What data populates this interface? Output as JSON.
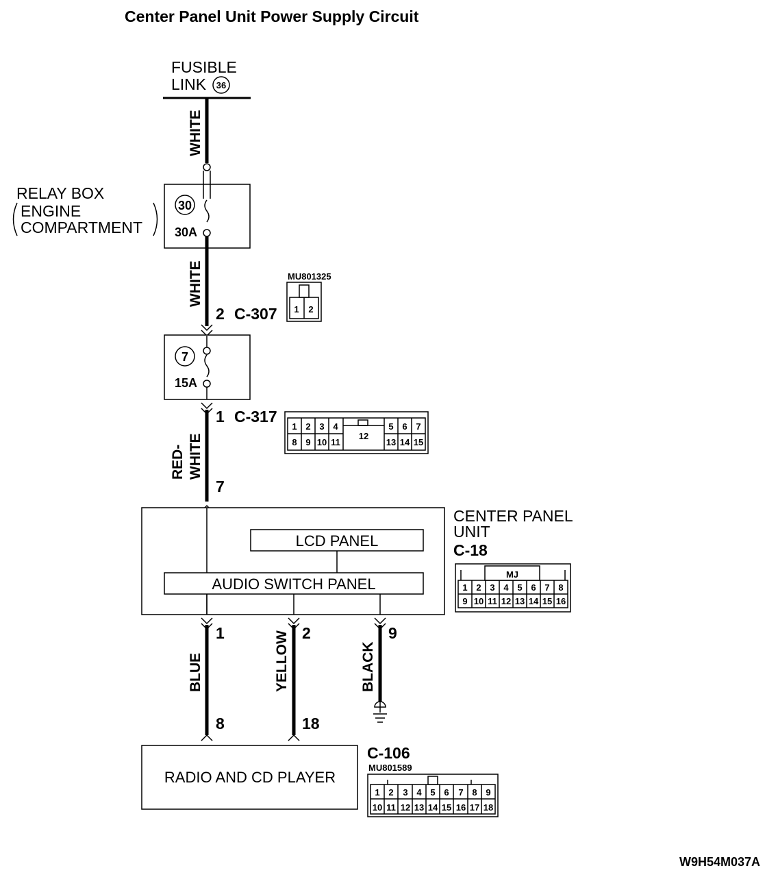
{
  "title": "Center Panel Unit Power Supply Circuit",
  "fusible_link": {
    "label_line1": "FUSIBLE",
    "label_line2": "LINK",
    "number": "36"
  },
  "relay_box": {
    "line1": "RELAY BOX",
    "line2": "ENGINE",
    "line3": "COMPARTMENT",
    "fuse_number": "30",
    "fuse_rating": "30A"
  },
  "fuse7": {
    "fuse_number": "7",
    "fuse_rating": "15A"
  },
  "wires": {
    "white_top": "WHITE",
    "white_mid": "WHITE",
    "red_white_1": "RED-",
    "red_white_2": "WHITE",
    "blue": "BLUE",
    "yellow": "YELLOW",
    "black": "BLACK"
  },
  "connectors": {
    "c307": {
      "pin": "2",
      "name": "C-307",
      "part": "MU801325",
      "pins": [
        "1",
        "2"
      ]
    },
    "c317": {
      "pin": "1",
      "name": "C-317",
      "pins_top_left": [
        "1",
        "2",
        "3",
        "4"
      ],
      "pins_top_right": [
        "5",
        "6",
        "7"
      ],
      "pins_bottom_left": [
        "8",
        "9",
        "10",
        "11"
      ],
      "pins_bottom_right": [
        "13",
        "14",
        "15"
      ],
      "center": "12"
    },
    "c18": {
      "name": "C-18",
      "tag": "MJ",
      "pins_top": [
        "1",
        "2",
        "3",
        "4",
        "5",
        "6",
        "7",
        "8"
      ],
      "pins_bottom": [
        "9",
        "10",
        "11",
        "12",
        "13",
        "14",
        "15",
        "16"
      ]
    },
    "c106": {
      "name": "C-106",
      "part": "MU801589",
      "pins_top": [
        "1",
        "2",
        "3",
        "4",
        "5",
        "6",
        "7",
        "8",
        "9"
      ],
      "pins_bottom": [
        "10",
        "11",
        "12",
        "13",
        "14",
        "15",
        "16",
        "17",
        "18"
      ]
    }
  },
  "center_panel": {
    "line1": "CENTER PANEL",
    "line2": "UNIT",
    "input_pin": "7",
    "lcd": "LCD PANEL",
    "audio": "AUDIO SWITCH PANEL",
    "out_pins": [
      "1",
      "2",
      "9"
    ]
  },
  "radio": {
    "label": "RADIO AND CD PLAYER",
    "pins": [
      "8",
      "18"
    ]
  },
  "code": "W9H54M037A"
}
